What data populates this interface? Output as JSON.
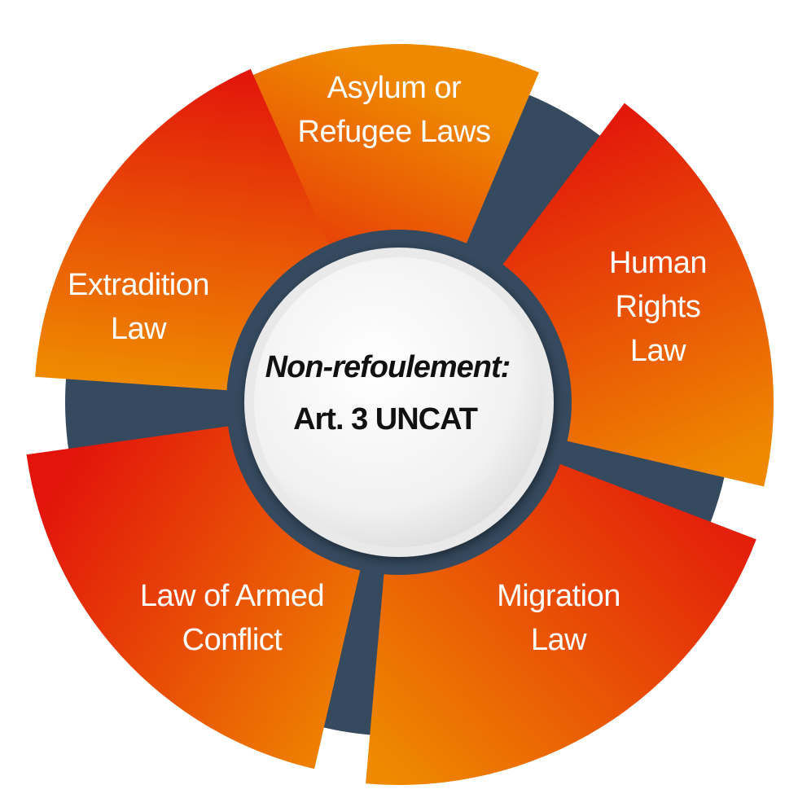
{
  "colors": {
    "ring": "#354a5f",
    "segment_red": "#e2140b",
    "segment_orange": "#ef8a00",
    "segment_text": "#ffffff",
    "center_text": "#111111"
  },
  "center": {
    "line1": "Non-refoulement:",
    "line2": "Art. 3 UNCAT"
  },
  "segments": [
    {
      "lines": [
        "Asylum or",
        "Refugee Laws"
      ]
    },
    {
      "lines": [
        "Human",
        "Rights",
        "Law"
      ]
    },
    {
      "lines": [
        "Migration",
        "Law"
      ]
    },
    {
      "lines": [
        "Law of Armed",
        "Conflict"
      ]
    },
    {
      "lines": [
        "Extradition",
        "Law"
      ]
    }
  ]
}
